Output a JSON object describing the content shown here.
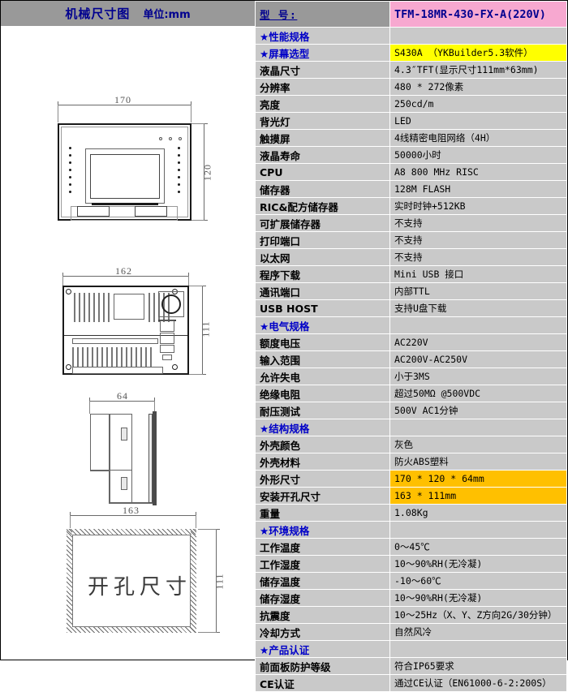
{
  "left_panel": {
    "title": "机械尺寸图",
    "unit_label": "单位:mm",
    "views": {
      "front": {
        "width_dim": "170",
        "height_dim": "120"
      },
      "back": {
        "width_dim": "162",
        "height_dim": "111"
      },
      "side": {
        "width_dim": "64"
      },
      "cutout": {
        "width_dim": "163",
        "height_dim": "111",
        "label": "开孔尺寸"
      }
    }
  },
  "spec_table": {
    "model_row": {
      "key": "型  号:",
      "value": "TFM-18MR-430-FX-A(220V)"
    },
    "rows": [
      {
        "key": "★性能规格",
        "value": "",
        "type": "section"
      },
      {
        "key": "★屏幕选型",
        "value": "S430A （YKBuilder5.3软件）",
        "type": "section",
        "highlight": "yellow"
      },
      {
        "key": "液晶尺寸",
        "value": "4.3″TFT(显示尺寸111mm*63mm)",
        "type": "normal"
      },
      {
        "key": "分辨率",
        "value": "480 * 272像素",
        "type": "normal"
      },
      {
        "key": "亮度",
        "value": "250cd/m",
        "type": "normal"
      },
      {
        "key": "背光灯",
        "value": "LED",
        "type": "normal"
      },
      {
        "key": "触摸屏",
        "value": "4线精密电阻网络（4H）",
        "type": "normal"
      },
      {
        "key": "液晶寿命",
        "value": "50000小时",
        "type": "normal"
      },
      {
        "key": "CPU",
        "value": "A8 800 MHz RISC",
        "type": "normal"
      },
      {
        "key": "储存器",
        "value": "128M FLASH",
        "type": "normal"
      },
      {
        "key": "RIC&配方储存器",
        "value": "实时时钟+512KB",
        "type": "normal"
      },
      {
        "key": "可扩展储存器",
        "value": "不支持",
        "type": "normal"
      },
      {
        "key": "打印端口",
        "value": "不支持",
        "type": "normal"
      },
      {
        "key": "以太网",
        "value": "不支持",
        "type": "normal"
      },
      {
        "key": "程序下载",
        "value": "Mini USB 接口",
        "type": "normal"
      },
      {
        "key": "通讯端口",
        "value": "内部TTL",
        "type": "normal"
      },
      {
        "key": "USB HOST",
        "value": "支持U盘下载",
        "type": "normal"
      },
      {
        "key": "★电气规格",
        "value": "",
        "type": "section"
      },
      {
        "key": "额度电压",
        "value": "AC220V",
        "type": "normal"
      },
      {
        "key": "输入范围",
        "value": "AC200V-AC250V",
        "type": "normal"
      },
      {
        "key": "允许失电",
        "value": "小于3MS",
        "type": "normal"
      },
      {
        "key": "绝缘电阻",
        "value": "超过50MΩ @500VDC",
        "type": "normal"
      },
      {
        "key": "耐压测试",
        "value": "500V AC1分钟",
        "type": "normal"
      },
      {
        "key": "★结构规格",
        "value": "",
        "type": "section"
      },
      {
        "key": "外壳颜色",
        "value": "灰色",
        "type": "normal"
      },
      {
        "key": "外壳材料",
        "value": "防火ABS塑料",
        "type": "normal"
      },
      {
        "key": "外形尺寸",
        "value": "170 * 120 * 64mm",
        "type": "normal",
        "highlight": "gold"
      },
      {
        "key": "安装开孔尺寸",
        "value": "163 * 111mm",
        "type": "normal",
        "highlight": "gold"
      },
      {
        "key": "重量",
        "value": "1.08Kg",
        "type": "normal"
      },
      {
        "key": "★环境规格",
        "value": "",
        "type": "section"
      },
      {
        "key": "工作温度",
        "value": "0～45℃",
        "type": "normal"
      },
      {
        "key": "工作湿度",
        "value": "10～90%RH(无冷凝)",
        "type": "normal"
      },
      {
        "key": "储存温度",
        "value": "-10～60℃",
        "type": "normal"
      },
      {
        "key": "储存湿度",
        "value": "10～90%RH(无冷凝)",
        "type": "normal"
      },
      {
        "key": "抗震度",
        "value": "10～25Hz（X、Y、Z方向2G/30分钟）",
        "type": "normal"
      },
      {
        "key": "冷却方式",
        "value": "自然风冷",
        "type": "normal"
      },
      {
        "key": "★产品认证",
        "value": "",
        "type": "section"
      },
      {
        "key": "前面板防护等级",
        "value": "符合IP65要求",
        "type": "normal"
      },
      {
        "key": "CE认证",
        "value": "通过CE认证（EN61000-6-2:200S）",
        "type": "normal"
      }
    ]
  },
  "colors": {
    "header_gray": "#999999",
    "row_gray": "#c9c9c9",
    "model_pink": "#f7a8d0",
    "highlight_yellow": "#ffff00",
    "highlight_gold": "#ffc000",
    "section_blue": "#0000c8",
    "title_blue": "#00008f"
  }
}
